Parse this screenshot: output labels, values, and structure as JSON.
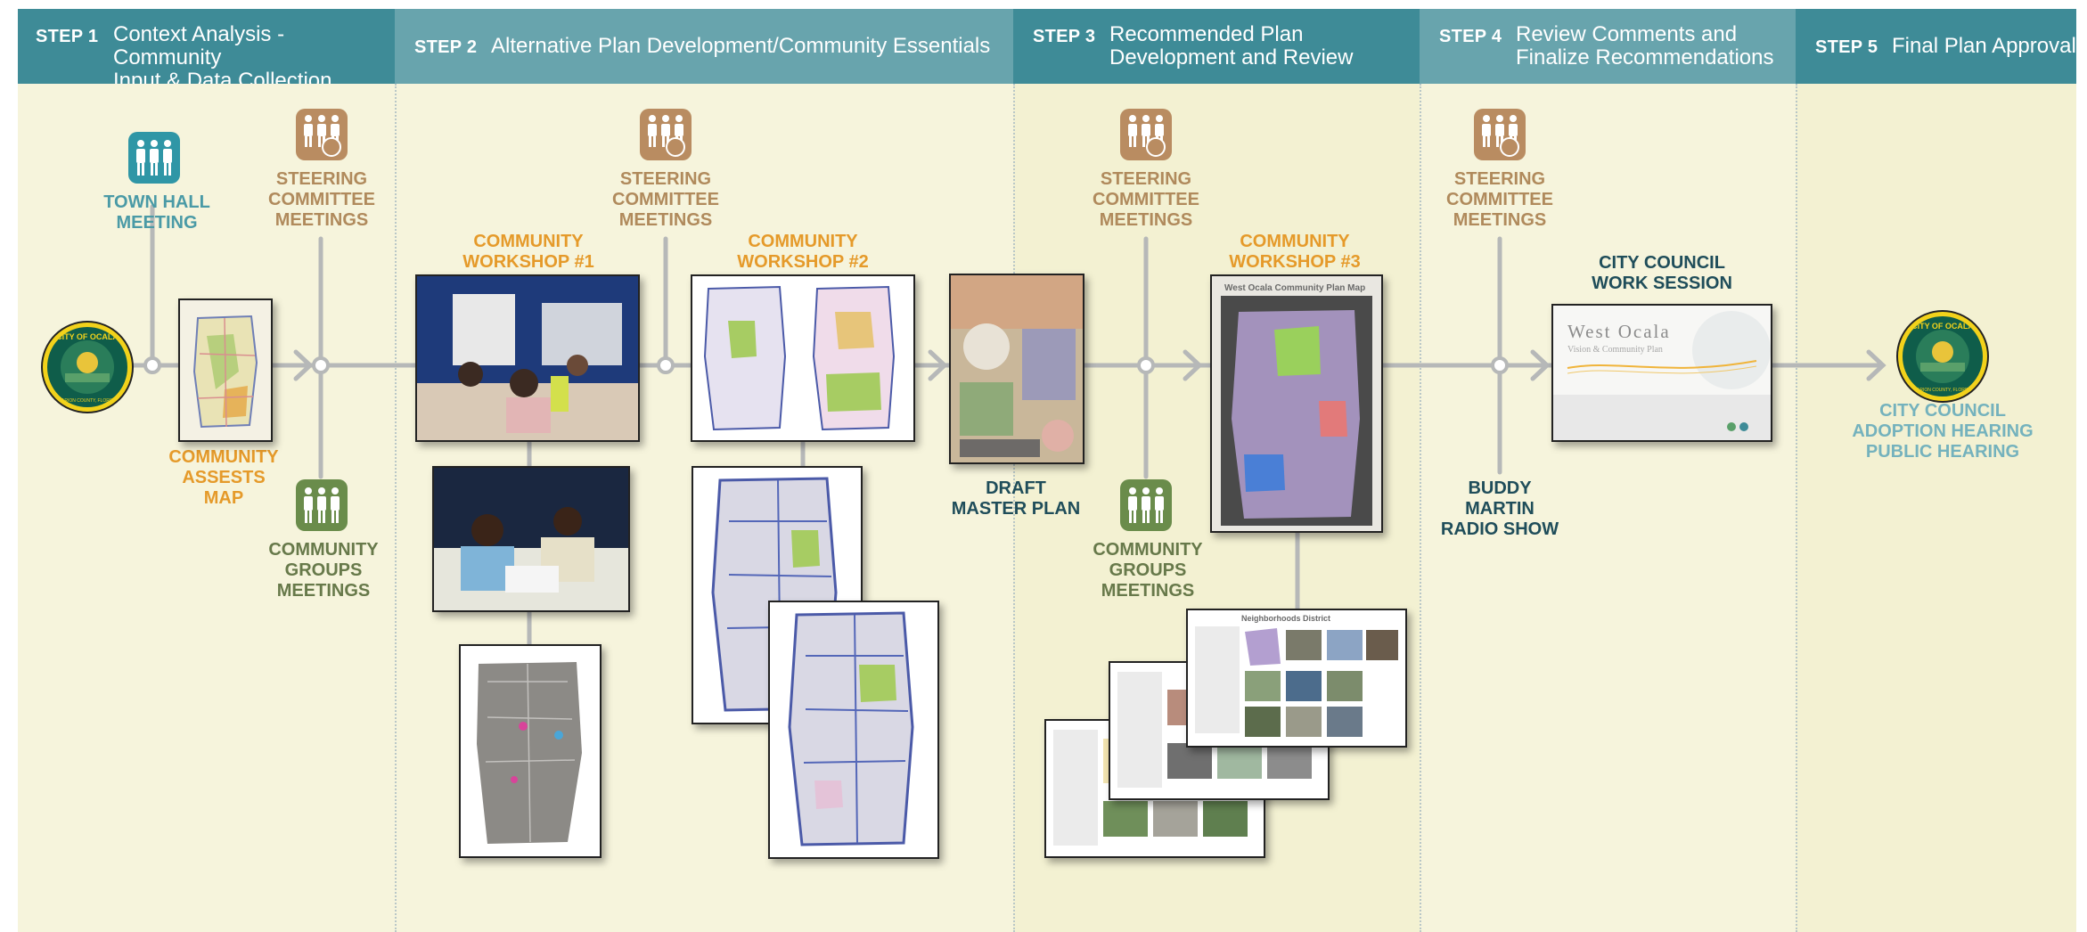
{
  "steps": [
    {
      "num": "STEP 1",
      "title": "Context Analysis - Community\nInput & Data Collection"
    },
    {
      "num": "STEP 2",
      "title": "Alternative Plan Development/Community Essentials"
    },
    {
      "num": "STEP 3",
      "title": "Recommended Plan\nDevelopment and Review"
    },
    {
      "num": "STEP 4",
      "title": "Review Comments and\nFinalize Recommendations"
    },
    {
      "num": "STEP 5",
      "title": "Final Plan Approval"
    }
  ],
  "labels": {
    "town_hall": "TOWN HALL\nMEETING",
    "steering": "STEERING\nCOMMITTEE\nMEETINGS",
    "community_assets_map": "COMMUNITY\nASSESTS\nMAP",
    "community_groups": "COMMUNITY\nGROUPS\nMEETINGS",
    "workshop1": "COMMUNITY\nWORKSHOP #1",
    "workshop2": "COMMUNITY\nWORKSHOP #2",
    "workshop3": "COMMUNITY\nWORKSHOP #3",
    "draft_master_plan": "DRAFT\nMASTER PLAN",
    "city_council_work_session": "CITY COUNCIL\nWORK SESSION",
    "buddy_martin": "BUDDY\nMARTIN\nRADIO SHOW",
    "city_council_adoption": "CITY COUNCIL\nADOPTION HEARING\nPUBLIC HEARING"
  },
  "thumb_text": {
    "plan_map_title": "West Ocala Community Plan Map",
    "neighborhoods": "Neighborhoods District",
    "west_ocala": "West Ocala",
    "vision_plan": "Vision & Community Plan"
  },
  "seal_text": {
    "top": "CITY OF OCALA",
    "bottom": "MARION COUNTY, FLORIDA"
  },
  "colors": {
    "header_dark": "#3e8b97",
    "header_light": "#68a4ad",
    "panel": "#f6f4dc",
    "flow_line": "#b6b8b8",
    "teal_label": "#4a9aa6",
    "tan_label": "#b08a5c",
    "orange_label": "#e59a2a",
    "green_label": "#67794a",
    "navy_label": "#1f4d5a"
  },
  "icons": [
    "city-seal",
    "people-group-icon",
    "people-committee-icon",
    "flow-arrow"
  ]
}
